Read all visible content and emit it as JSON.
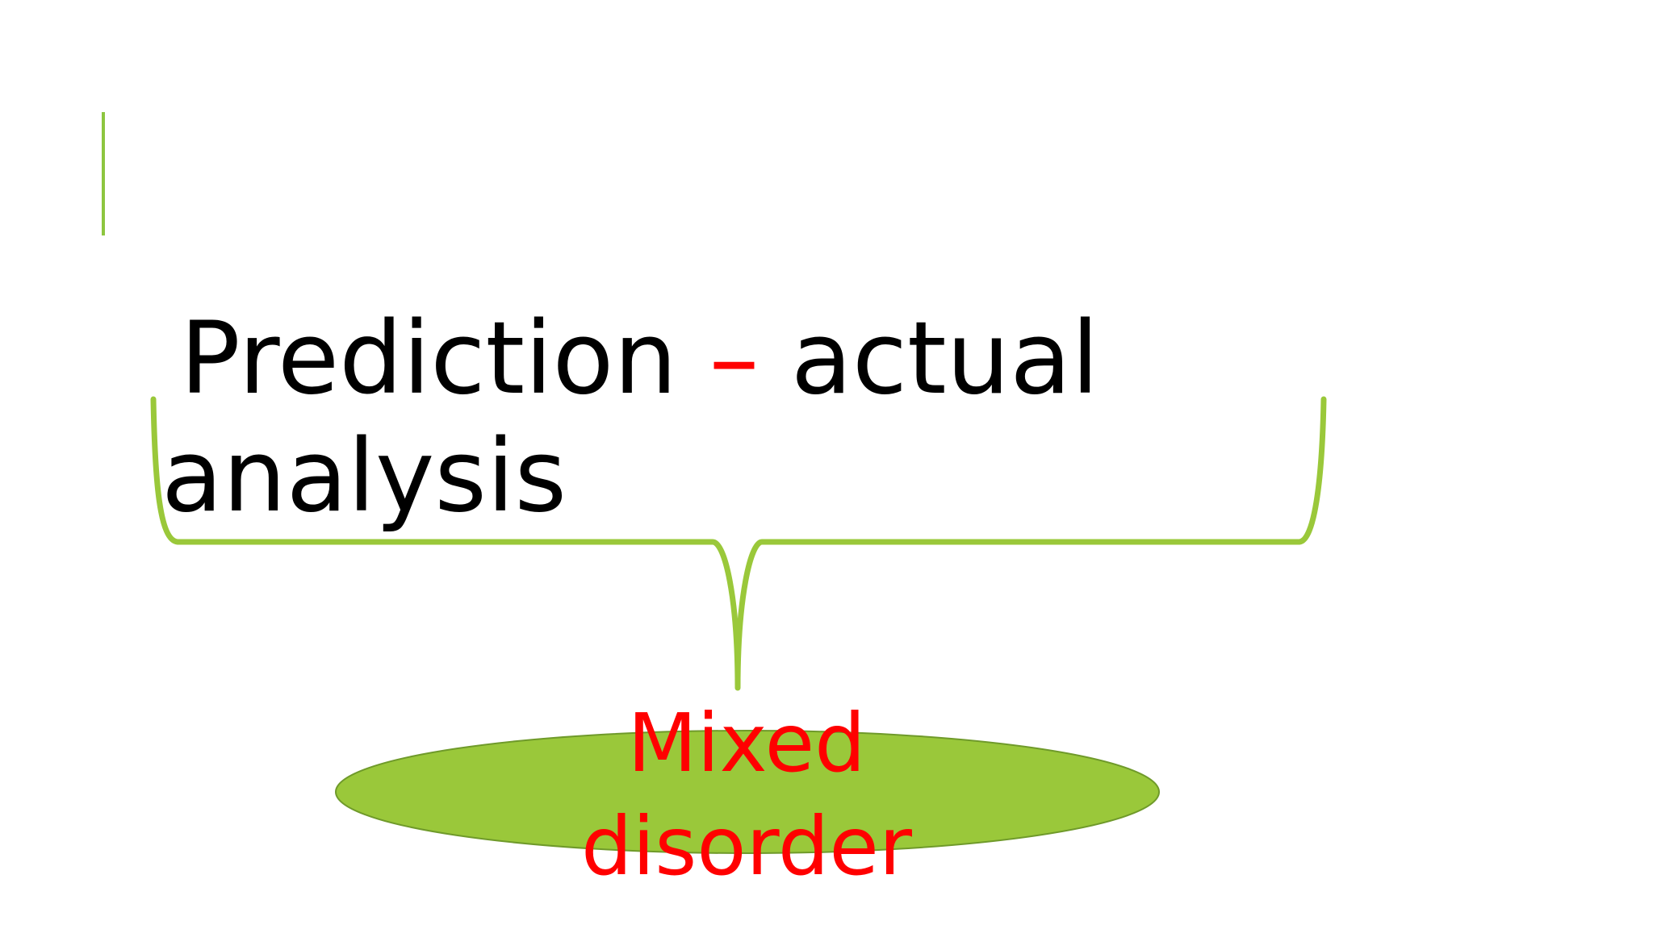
{
  "title": {
    "before_dash": "Prediction",
    "dash": "–",
    "after_dash": "actual",
    "second_line": "analysis"
  },
  "result": {
    "label_line1": "Mixed",
    "label_line2": "disorder"
  },
  "colors": {
    "accent": "#8dc63f",
    "ellipse_fill": "#9ac83a",
    "ellipse_stroke": "#6f9a2a",
    "highlight": "#ff0000",
    "text": "#000000",
    "background": "#ffffff"
  }
}
